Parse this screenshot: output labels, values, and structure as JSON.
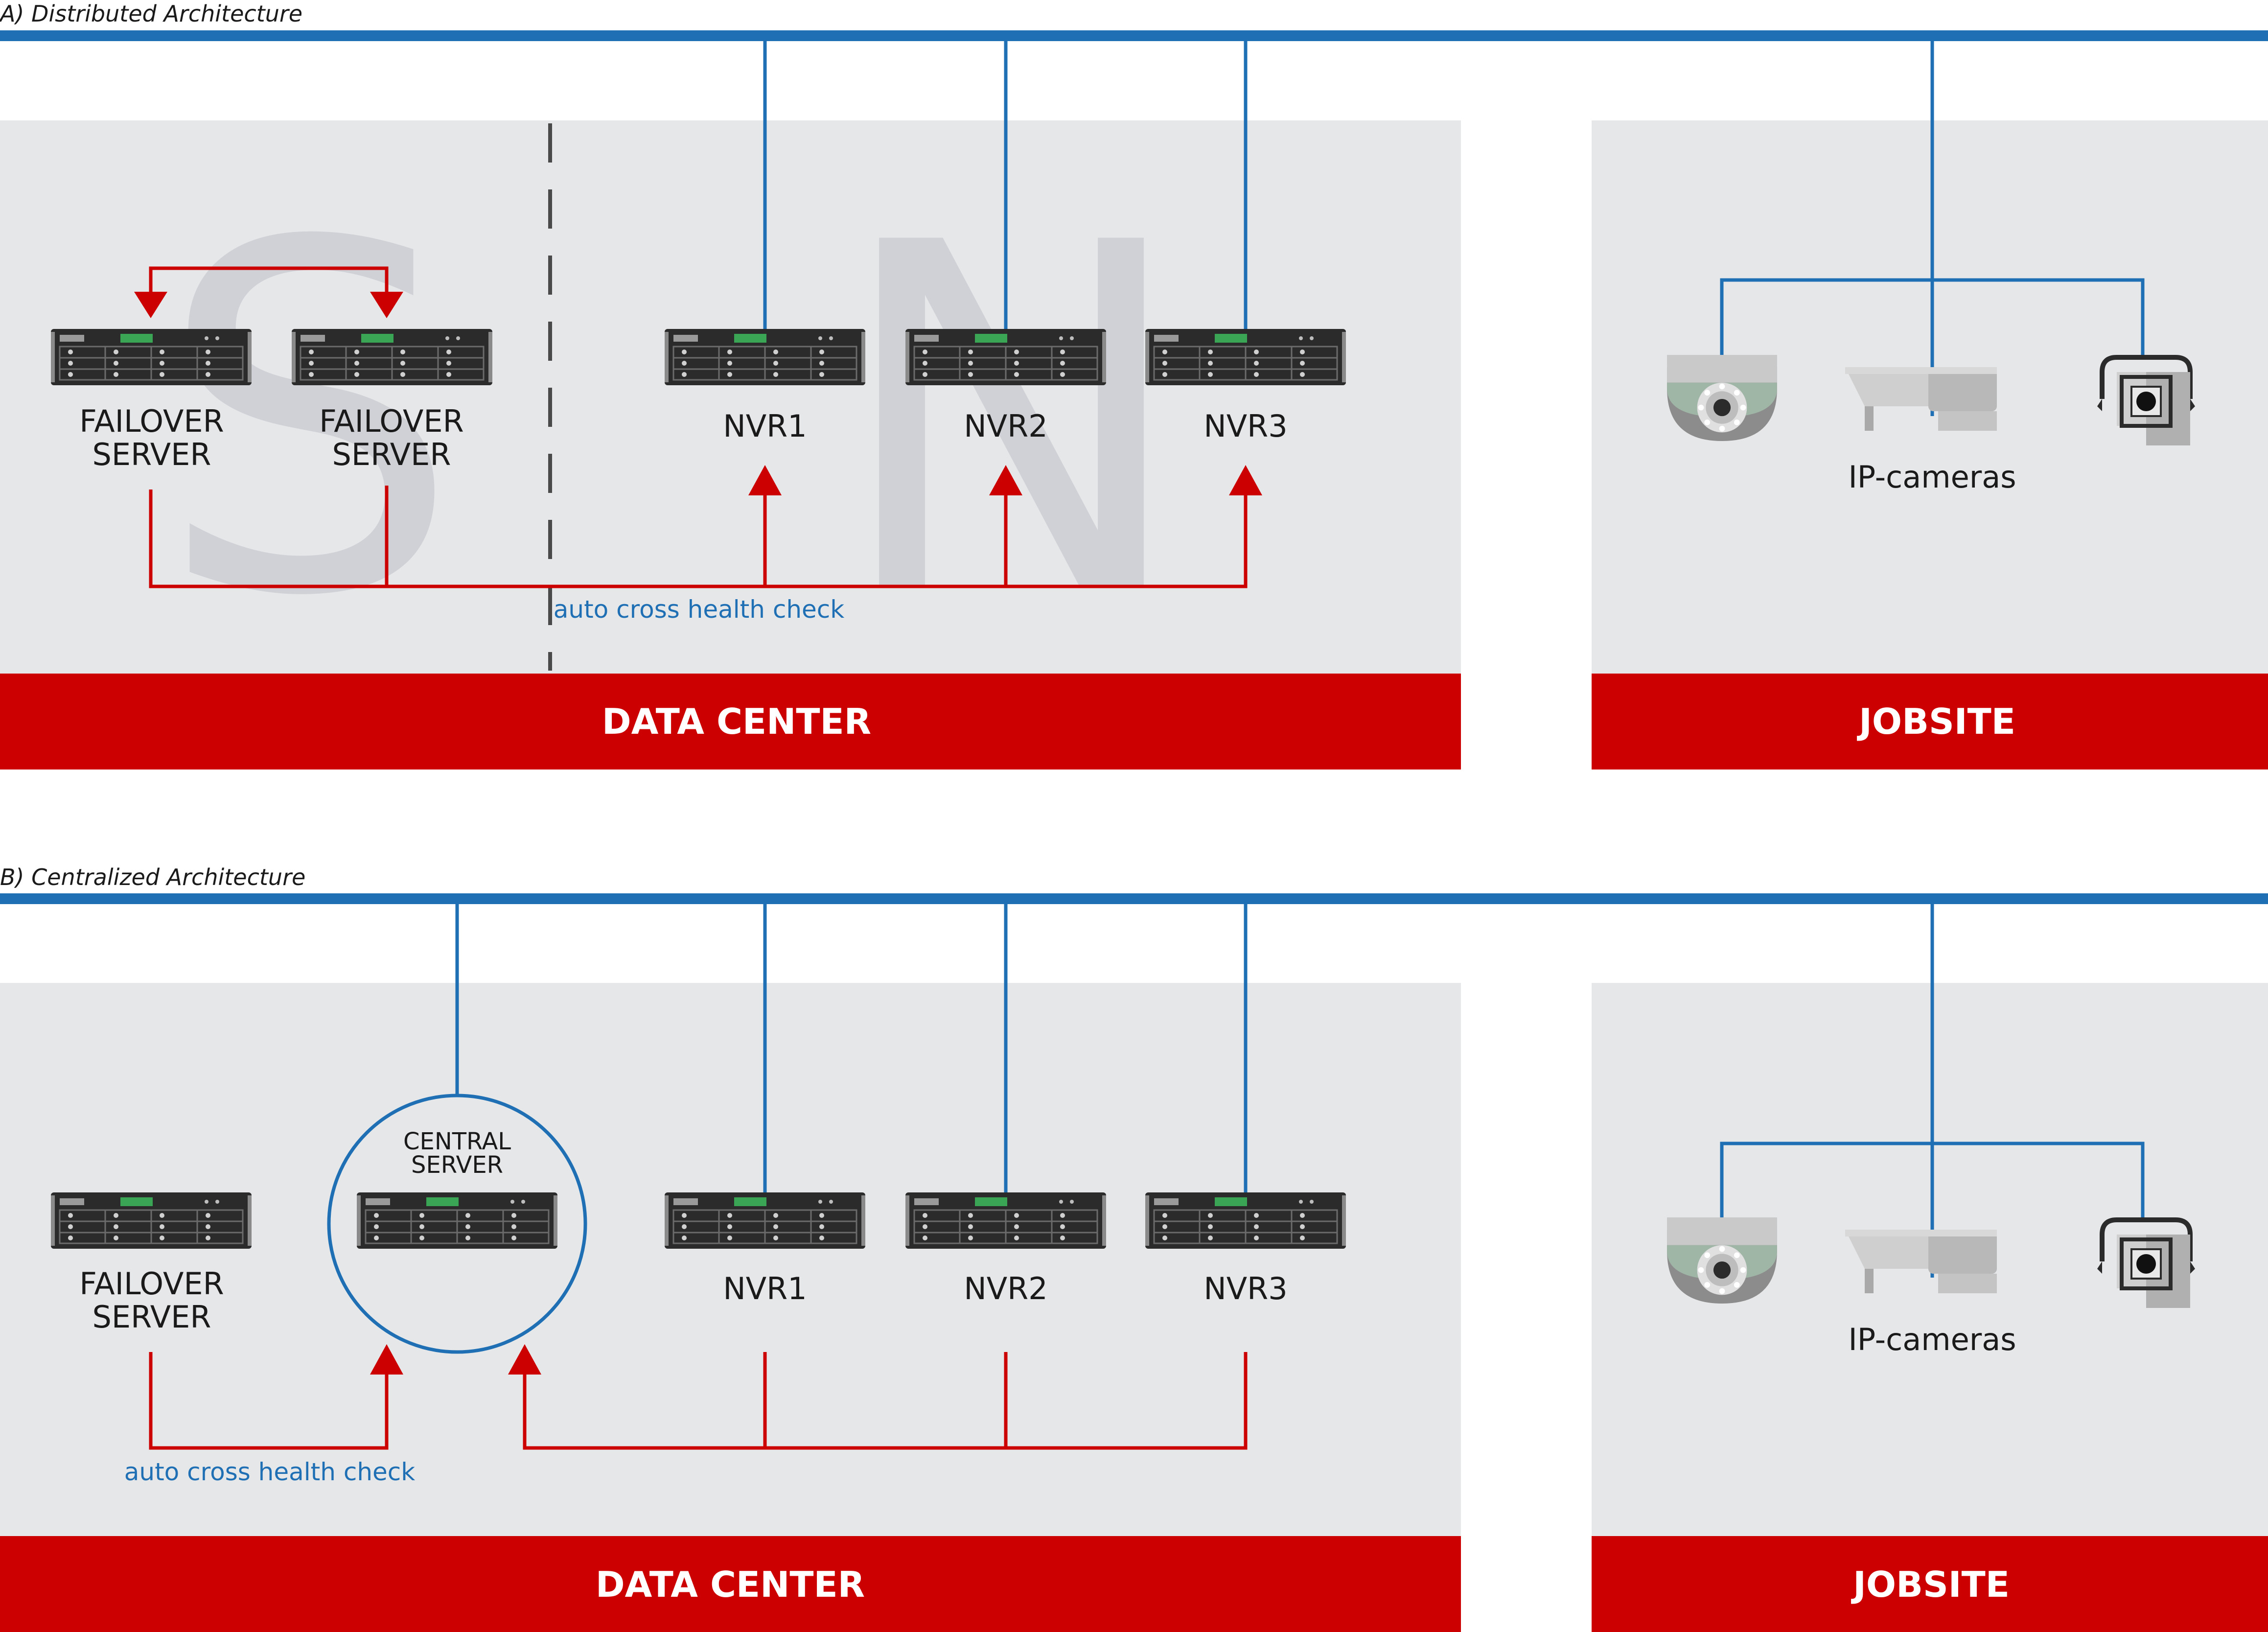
{
  "colors": {
    "panel": "#e6e7e9",
    "band": "#cc0000",
    "network": "#1f6fb4",
    "check": "#cc0000",
    "server": "#2b2b2b",
    "display": "#3aa655"
  },
  "section_a": {
    "caption": "A) Distributed Architecture",
    "watermark": [
      "S",
      "N"
    ],
    "failover_1": [
      "FAILOVER",
      "SERVER"
    ],
    "failover_2": [
      "FAILOVER",
      "SERVER"
    ],
    "nvrs": [
      "NVR1",
      "NVR2",
      "NVR3"
    ],
    "health_check": "auto cross health check",
    "cameras_label": "IP-cameras",
    "datacenter_label": "DATA CENTER",
    "jobsite_label": "JOBSITE"
  },
  "section_b": {
    "caption": "B) Centralized Architecture",
    "failover": [
      "FAILOVER",
      "SERVER"
    ],
    "central": [
      "CENTRAL",
      "SERVER"
    ],
    "nvrs": [
      "NVR1",
      "NVR2",
      "NVR3"
    ],
    "health_check": "auto cross health check",
    "cameras_label": "IP-cameras",
    "datacenter_label": "DATA CENTER",
    "jobsite_label": "JOBSITE"
  }
}
